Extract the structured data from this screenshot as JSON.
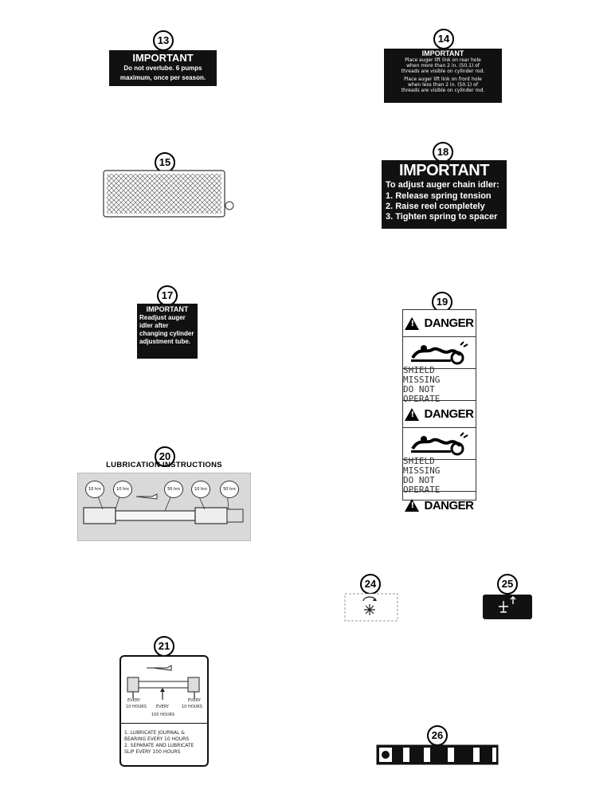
{
  "callouts": [
    "13",
    "14",
    "15",
    "18",
    "17",
    "19",
    "20",
    "21",
    "24",
    "25",
    "26"
  ],
  "decal13": {
    "title": "IMPORTANT",
    "line1": "Do not overlube. 6 pumps",
    "line2": "maximum, once per season."
  },
  "decal14": {
    "title": "IMPORTANT",
    "p1": [
      "Place auger lift link on rear hole",
      "when more than 2 in. (50.1) of",
      "threads are visible on cylinder rod."
    ],
    "p2": [
      "Place auger lift link on front hole",
      "when less than 2 in. (50.1) of",
      "threads are visible on cylinder rod."
    ]
  },
  "decal18": {
    "title": "IMPORTANT",
    "intro": "To adjust auger chain idler:",
    "steps": [
      "1. Release spring tension",
      "2. Raise reel completely",
      "3. Tighten spring to spacer"
    ]
  },
  "decal17": {
    "title": "IMPORTANT",
    "lines": [
      "Readjust auger",
      "idler after",
      "changing cylinder",
      "adjustment tube."
    ]
  },
  "decal19": {
    "danger": "DANGER",
    "shield1": "SHIELD MISSING",
    "shield2": "DO NOT OPERATE"
  },
  "decal20": {
    "title": "LUBRICATION INSTRUCTIONS",
    "intervals": [
      "10 hrs",
      "10 hrs",
      "50 hrs",
      "10 hrs",
      "50 hrs"
    ]
  },
  "decal21": {
    "every_left": "EVERY",
    "hours_left": "10 HOURS",
    "every_mid": "EVERY",
    "every_right": "EVERY",
    "hours_right": "10 HOURS",
    "hours_mid": "100 HOURS",
    "instructions": [
      "1. LUBRICATE JOURNAL &",
      "BEARING EVERY 10 HOURS",
      "2. SEPARATE AND LUBRICATE",
      "SLIP EVERY 100 HOURS"
    ]
  },
  "colors": {
    "decal_bg": "#111111",
    "decal_text": "#ffffff",
    "screen_tone": "#d9d9d9"
  }
}
